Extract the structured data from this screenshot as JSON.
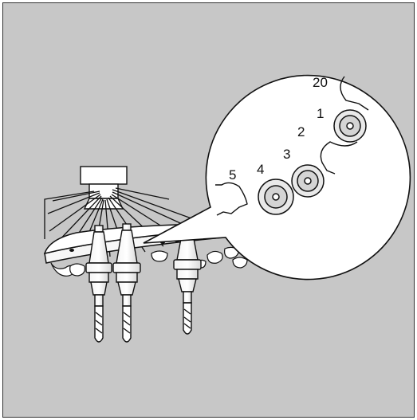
{
  "figure": {
    "background": "#c7c7c7",
    "line_color": "#111111",
    "pocket_labels": {
      "p20": "20",
      "p1": "1",
      "p2": "2",
      "p3": "3",
      "p4": "4",
      "p5": "5"
    }
  }
}
